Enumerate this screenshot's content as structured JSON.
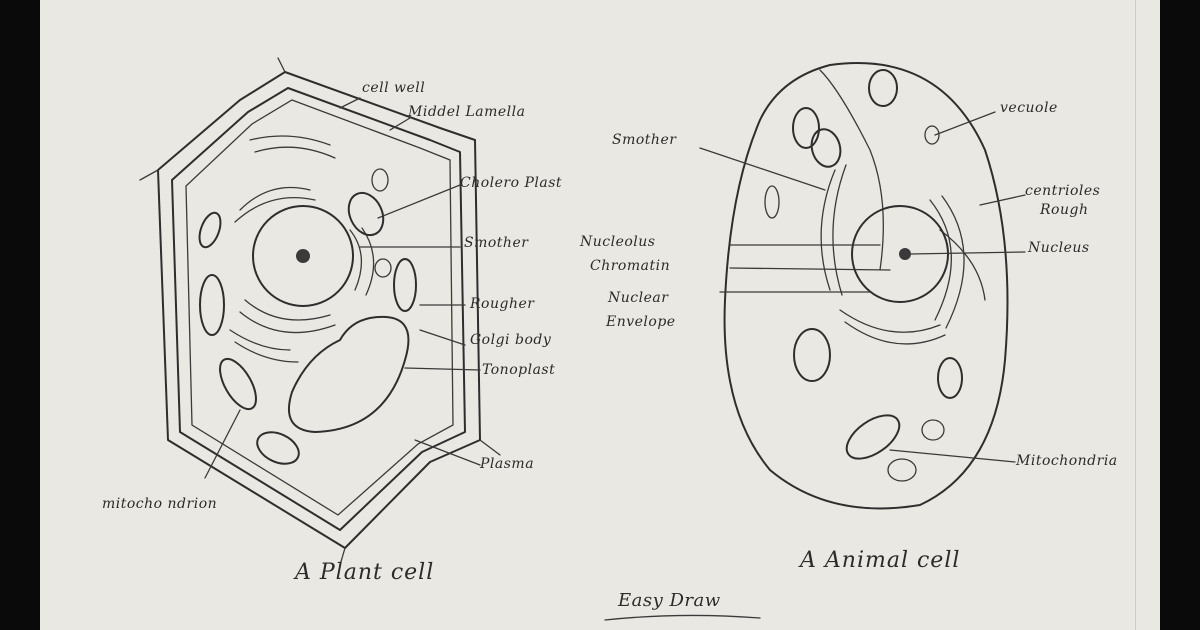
{
  "plant_cell": {
    "caption": "A Plant cell",
    "labels": {
      "cell_wall": "cell well",
      "middle_lamella": "Middel Lamella",
      "chloroplast": "Cholero Plast",
      "smooth_er": "Smother",
      "rough_er": "Rougher",
      "golgi_body": "Golgi body",
      "tonoplast": "Tonoplast",
      "plasma": "Plasma",
      "mitochondrion": "mitocho ndrion"
    }
  },
  "animal_cell": {
    "caption": "A Animal cell",
    "labels": {
      "smooth_er": "Smother",
      "nucleolus": "Nucleolus",
      "chromatin": "Chromatin",
      "nuclear_envelope_1": "Nuclear",
      "nuclear_envelope_2": "Envelope",
      "vacuole": "vecuole",
      "centrioles_1": "centrioles",
      "centrioles_2": "Rough",
      "nucleus": "Nucleus",
      "mitochondria": "Mitochondria"
    }
  },
  "footer": {
    "title": "Easy Draw"
  }
}
